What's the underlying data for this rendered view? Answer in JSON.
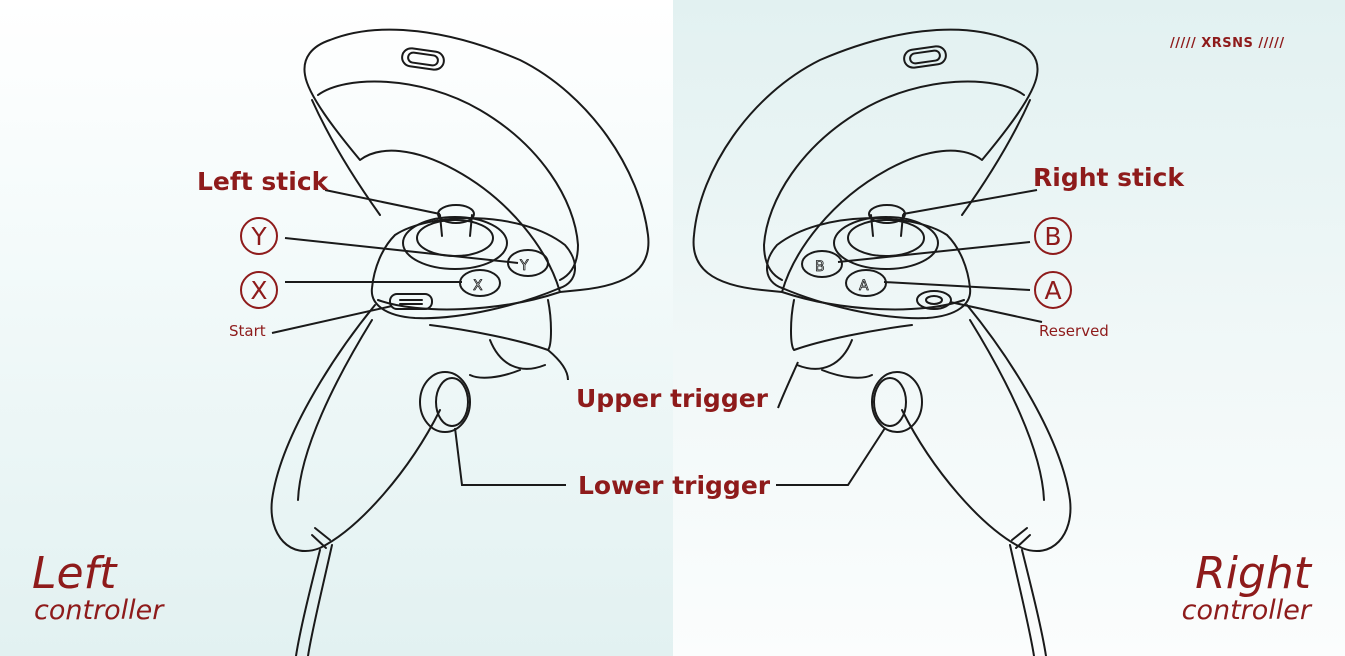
{
  "brand": "///// XRSNS /////",
  "left": {
    "title": "Left",
    "subtitle": "controller",
    "stick": "Left stick",
    "button_top": "Y",
    "button_bottom": "X",
    "menu_button": "Start"
  },
  "right": {
    "title": "Right",
    "subtitle": "controller",
    "stick": "Right stick",
    "button_top": "B",
    "button_bottom": "A",
    "menu_button": "Reserved"
  },
  "shared": {
    "upper_trigger": "Upper trigger",
    "lower_trigger": "Lower trigger"
  },
  "colors": {
    "label": "#8e1b1b",
    "line": "#1a1a1a",
    "panel_tint": "#e2f1f1"
  }
}
